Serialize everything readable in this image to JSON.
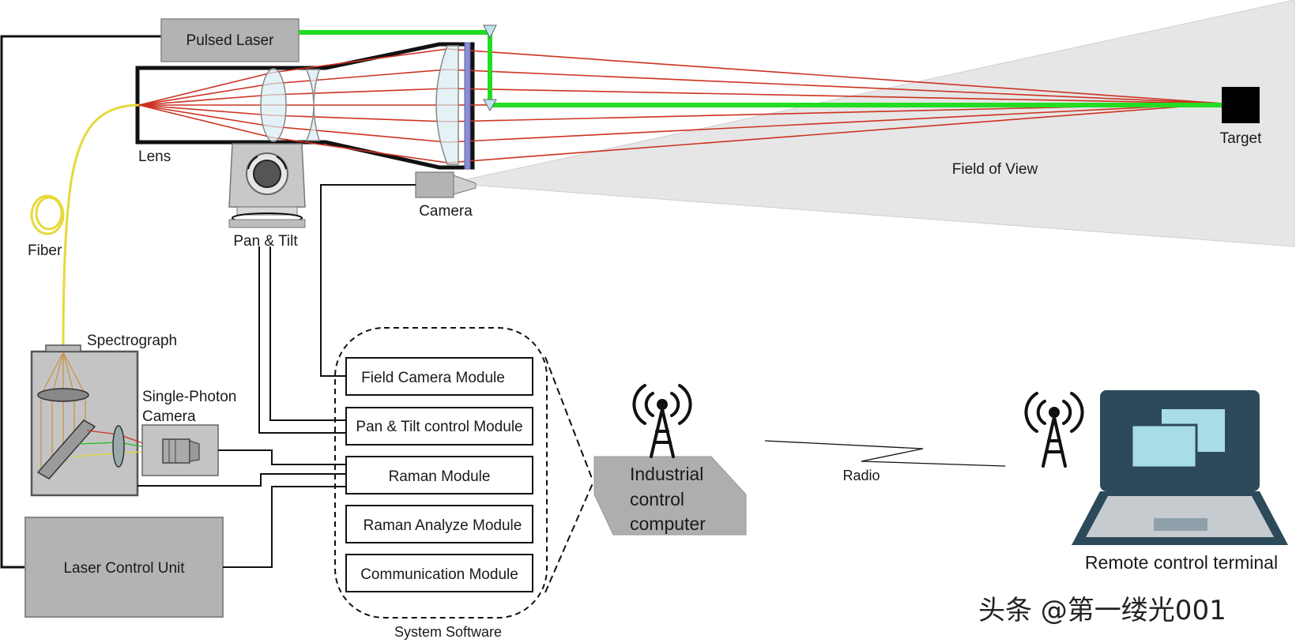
{
  "labels": {
    "pulsed_laser": "Pulsed Laser",
    "lens": "Lens",
    "target": "Target",
    "field_of_view": "Field of View",
    "camera": "Camera",
    "pan_tilt": "Pan & Tilt",
    "fiber": "Fiber",
    "spectrograph": "Spectrograph",
    "single_photon_line1": "Single-Photon",
    "single_photon_line2": "Camera",
    "laser_control_unit": "Laser Control Unit",
    "system_software": "System Software",
    "industrial_line1": "Industrial",
    "industrial_line2": "control",
    "industrial_line3": "computer",
    "radio": "Radio",
    "remote_terminal": "Remote control terminal",
    "watermark": "头条 @第一缕光001"
  },
  "modules": [
    "Field Camera Module",
    "Pan & Tilt control Module",
    "Raman Module",
    "Raman Analyze Module",
    "Communication Module"
  ],
  "colors": {
    "laser_beam": "#22dd22",
    "optical_rays": "#cc3322",
    "fiber": "#e6d93a",
    "box_gray": "#b3b3b3",
    "fov_fill": "#e6e6e6",
    "laptop_dark": "#2d4a5a",
    "laptop_screen": "#a9dde6"
  },
  "icons": [
    "antenna-icon",
    "laptop-icon",
    "pan-tilt-icon",
    "camera-icon",
    "spectrograph-icon"
  ]
}
